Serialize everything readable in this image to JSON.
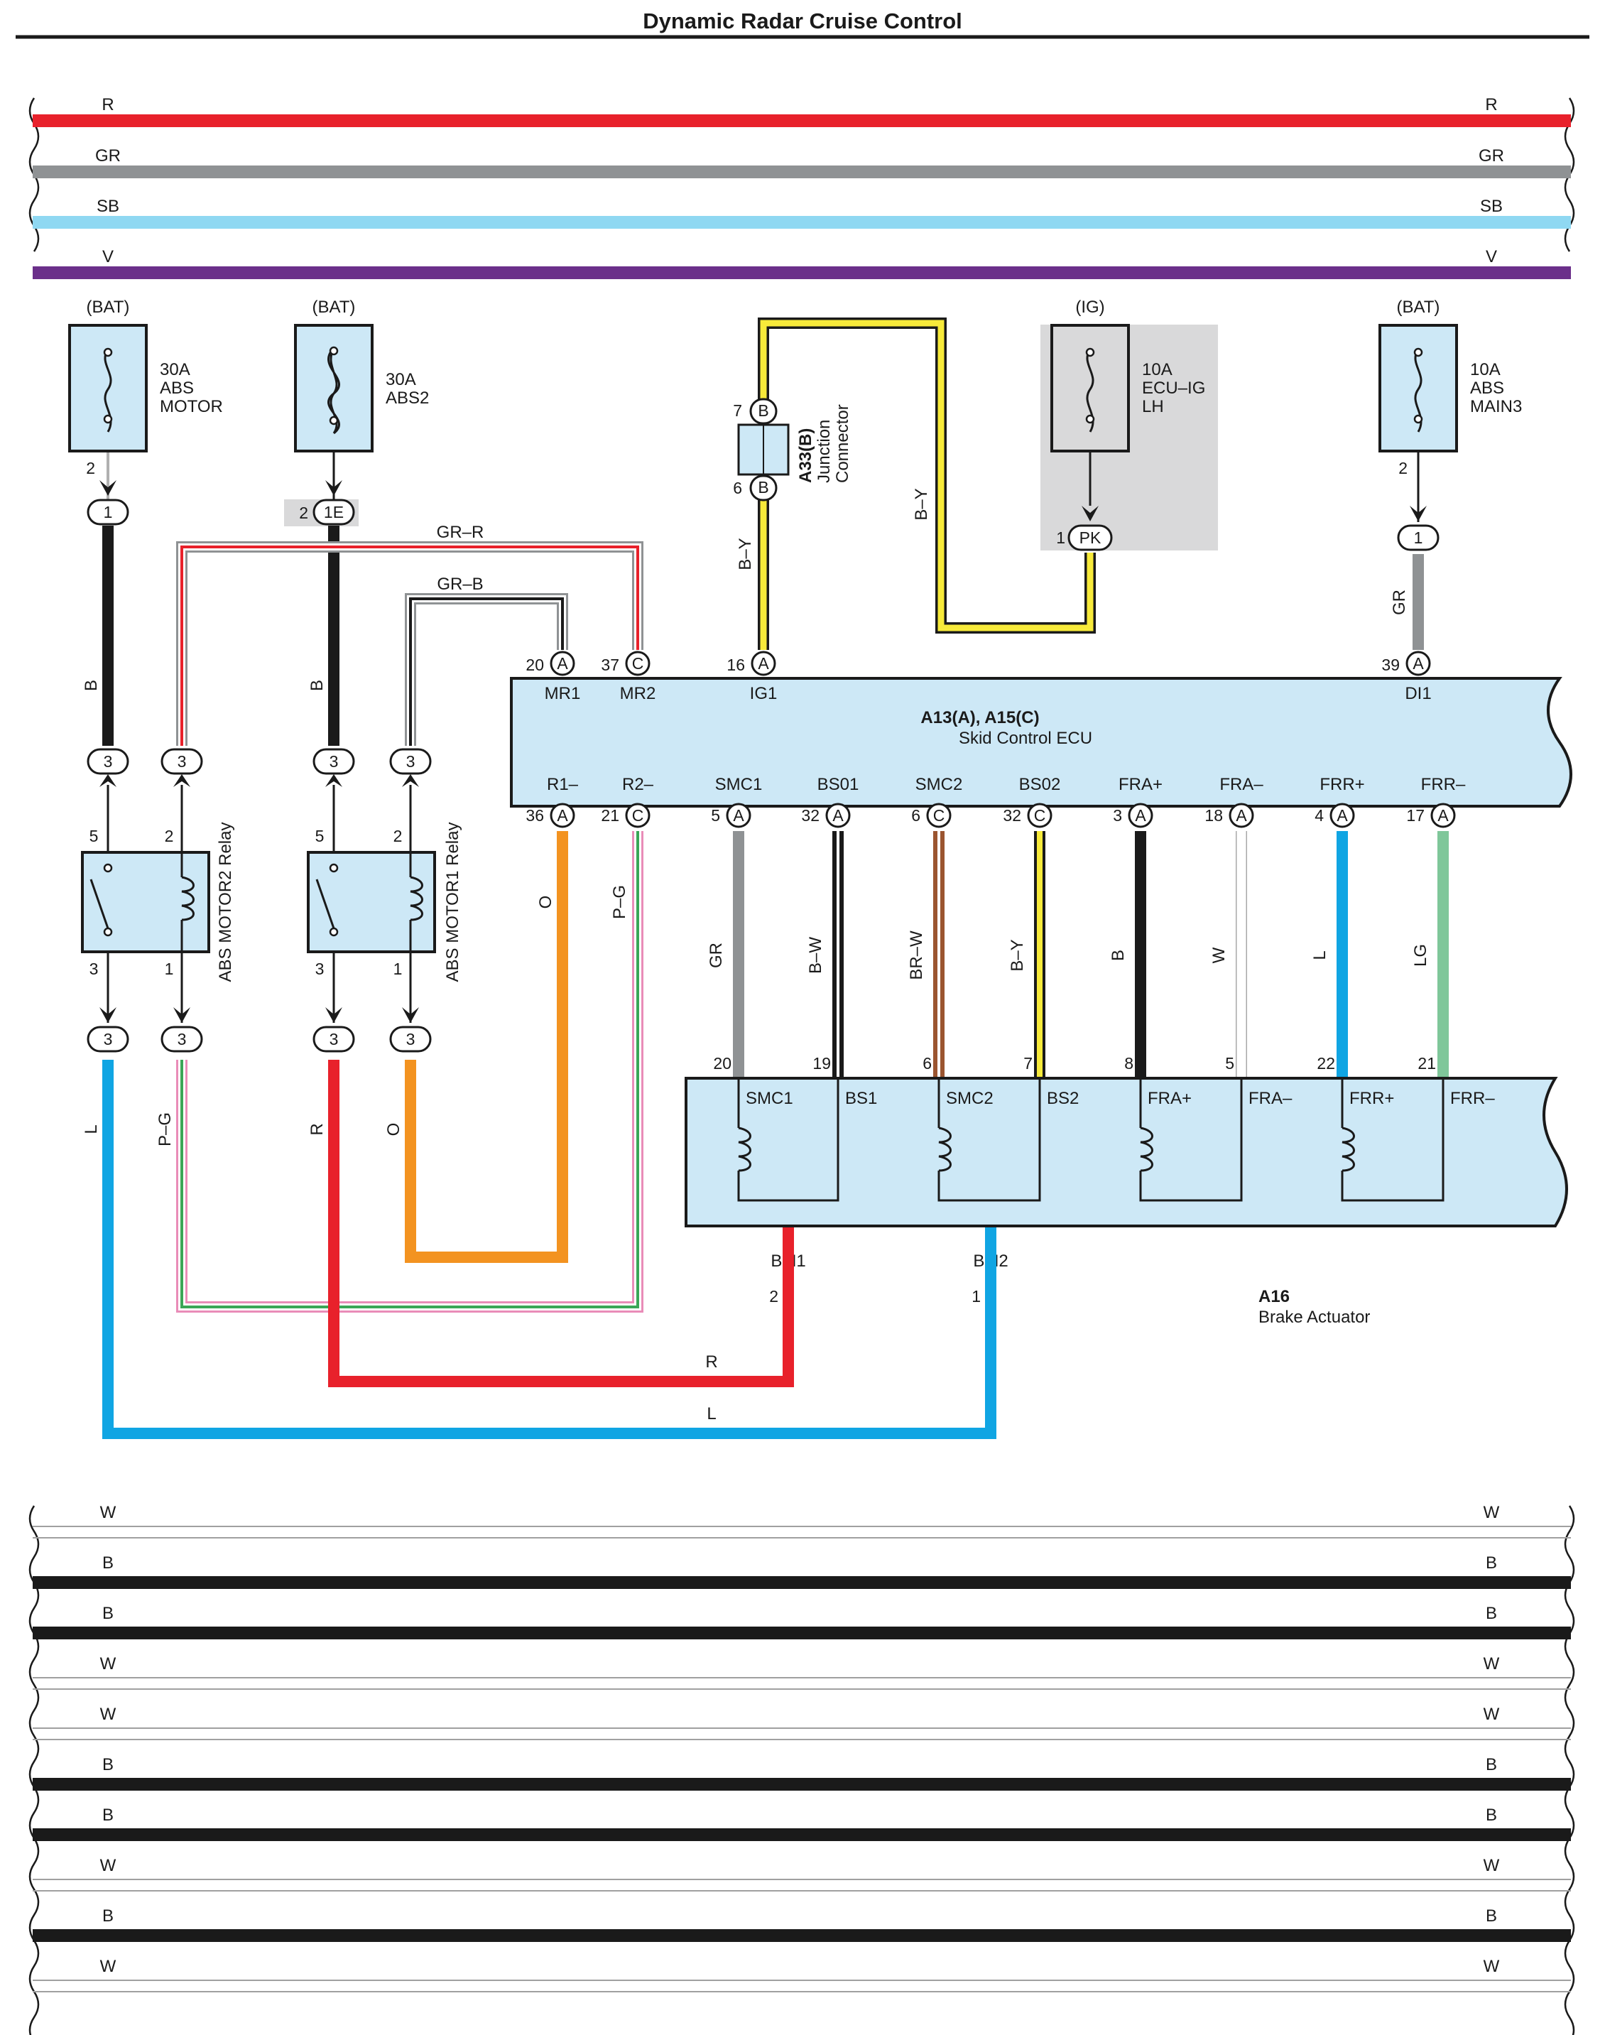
{
  "title": "Dynamic Radar Cruise Control",
  "colors": {
    "R": "#e8212b",
    "GR": "#8f9294",
    "SB": "#8fd8f2",
    "V": "#6b2f8a",
    "B": "#1a1a1a",
    "W": "#ffffff",
    "L": "#10a5e3",
    "O": "#f39320",
    "PG": "#e98cb8",
    "G": "#3aa657",
    "Y": "#f7ea3a",
    "BR": "#9b5530",
    "LG": "#7fc79a",
    "box": "#cde8f6",
    "gray_zone": "#d9d9da"
  },
  "top_bus": [
    {
      "label": "R",
      "color": "R"
    },
    {
      "label": "GR",
      "color": "GR"
    },
    {
      "label": "SB",
      "color": "SB"
    },
    {
      "label": "V",
      "color": "V"
    }
  ],
  "bottom_bus": [
    {
      "label": "W",
      "color": "W"
    },
    {
      "label": "B",
      "color": "B"
    },
    {
      "label": "B",
      "color": "B"
    },
    {
      "label": "W",
      "color": "W"
    },
    {
      "label": "W",
      "color": "W"
    },
    {
      "label": "B",
      "color": "B"
    },
    {
      "label": "B",
      "color": "B"
    },
    {
      "label": "W",
      "color": "W"
    },
    {
      "label": "B",
      "color": "B"
    },
    {
      "label": "W",
      "color": "W"
    }
  ],
  "fuses": {
    "abs_motor": {
      "source": "(BAT)",
      "rating": "30A",
      "l1": "ABS",
      "l2": "MOTOR",
      "pin": "2",
      "conn": "1"
    },
    "abs2": {
      "source": "(BAT)",
      "rating": "30A",
      "l1": "ABS2",
      "pin": "2",
      "conn": "1E"
    },
    "ecu_ig": {
      "source": "(IG)",
      "rating": "10A",
      "l1": "ECU–IG",
      "l2": "LH",
      "pin": "1",
      "conn": "PK"
    },
    "abs_main3": {
      "source": "(BAT)",
      "rating": "10A",
      "l1": "ABS",
      "l2": "MAIN3",
      "pin": "2",
      "conn": "1"
    }
  },
  "junction": {
    "name": "A33(B)",
    "l1": "Junction",
    "l2": "Connector",
    "pin_top": "7",
    "pin_bot": "6",
    "conn": "B"
  },
  "wires": {
    "b": "B",
    "gr_r": "GR–R",
    "gr_b": "GR–B",
    "by": "B–Y",
    "gr": "GR",
    "o": "O",
    "pg": "P–G",
    "l": "L",
    "r": "R"
  },
  "relays": {
    "motor2": {
      "name": "ABS MOTOR2 Relay",
      "p5": "5",
      "p2": "2",
      "p3": "3",
      "p1": "1",
      "conn": "3"
    },
    "motor1": {
      "name": "ABS MOTOR1 Relay",
      "p5": "5",
      "p2": "2",
      "p3": "3",
      "p1": "1",
      "conn": "3"
    }
  },
  "ecu": {
    "name": "A13(A), A15(C)",
    "desc": "Skid Control ECU",
    "top_pins": [
      {
        "num": "20",
        "conn": "A",
        "label": "MR1"
      },
      {
        "num": "37",
        "conn": "C",
        "label": "MR2"
      },
      {
        "num": "16",
        "conn": "A",
        "label": "IG1"
      },
      {
        "num": "39",
        "conn": "A",
        "label": "DI1"
      }
    ],
    "bottom_pins": [
      {
        "num": "36",
        "conn": "A",
        "label": "R1–",
        "wire": "O"
      },
      {
        "num": "21",
        "conn": "C",
        "label": "R2–",
        "wire": "P–G"
      },
      {
        "num": "5",
        "conn": "A",
        "label": "SMC1",
        "wire": "GR"
      },
      {
        "num": "32",
        "conn": "A",
        "label": "BS01",
        "wire": "B–W"
      },
      {
        "num": "6",
        "conn": "C",
        "label": "SMC2",
        "wire": "BR–W"
      },
      {
        "num": "32",
        "conn": "C",
        "label": "BS02",
        "wire": "B–Y"
      },
      {
        "num": "3",
        "conn": "A",
        "label": "FRA+",
        "wire": "B"
      },
      {
        "num": "18",
        "conn": "A",
        "label": "FRA–",
        "wire": "W"
      },
      {
        "num": "4",
        "conn": "A",
        "label": "FRR+",
        "wire": "L"
      },
      {
        "num": "17",
        "conn": "A",
        "label": "FRR–",
        "wire": "LG"
      }
    ]
  },
  "actuator": {
    "name": "A16",
    "desc": "Brake Actuator",
    "top_pins": [
      {
        "num": "20",
        "label": "SMC1"
      },
      {
        "num": "19",
        "label": "BS1"
      },
      {
        "num": "6",
        "label": "SMC2"
      },
      {
        "num": "7",
        "label": "BS2"
      },
      {
        "num": "8",
        "label": "FRA+"
      },
      {
        "num": "5",
        "label": "FRA–"
      },
      {
        "num": "22",
        "label": "FRR+"
      },
      {
        "num": "21",
        "label": "FRR–"
      }
    ],
    "bm1": {
      "label": "BM1",
      "num": "2"
    },
    "bm2": {
      "label": "BM2",
      "num": "1"
    }
  }
}
